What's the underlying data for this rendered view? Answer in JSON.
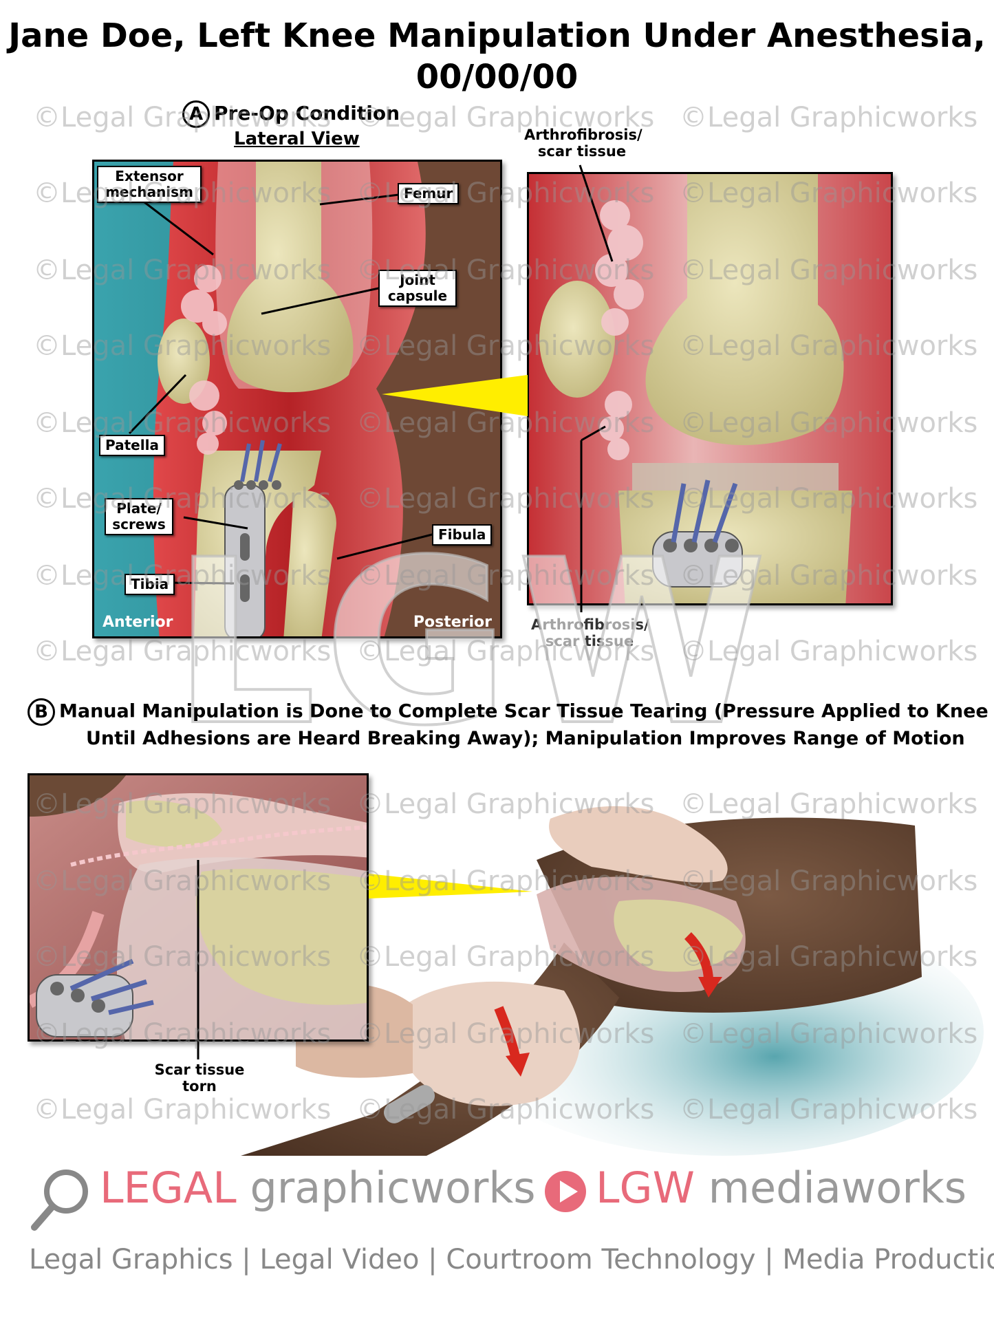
{
  "title": {
    "line1": "Jane Doe, Left Knee Manipulation Under Anesthesia,",
    "line2": "00/00/00"
  },
  "section_a": {
    "marker": "A",
    "heading": "Pre-Op Condition",
    "subheading": "Lateral View",
    "labels": {
      "extensor": "Extensor mechanism",
      "femur": "Femur",
      "joint_capsule": "Joint capsule",
      "patella": "Patella",
      "plate_screws": "Plate/ screws",
      "fibula": "Fibula",
      "tibia": "Tibia",
      "anterior": "Anterior",
      "posterior": "Posterior",
      "arthro_top": "Arthrofibrosis/ scar tissue",
      "arthro_bottom": "Arthrofibrosis/ scar tissue"
    }
  },
  "section_b": {
    "marker": "B",
    "line1": "Manual Manipulation is Done to Complete Scar Tissue Tearing (Pressure Applied to Knee",
    "line2": "Until Adhesions are Heard Breaking Away); Manipulation Improves Range of Motion",
    "label_scar": "Scar tissue torn"
  },
  "watermark": {
    "text": "©Legal Graphicworks",
    "big": "LGW"
  },
  "branding": {
    "legal": "LEGAL",
    "graphicworks": "graphicworks",
    "lgw": "LGW",
    "mediaworks": "mediaworks",
    "tagline": "Legal Graphics | Legal Video | Courtroom Technology | Media Production"
  },
  "colors": {
    "muscle_red": "#c0282c",
    "bone": "#d9d2a0",
    "teal": "#2f8f9a",
    "skin_brown": "#6b4a36",
    "pointer_yellow": "#ffee00",
    "brand_pink": "#e86a7a",
    "brand_grey": "#9a9a9a"
  }
}
